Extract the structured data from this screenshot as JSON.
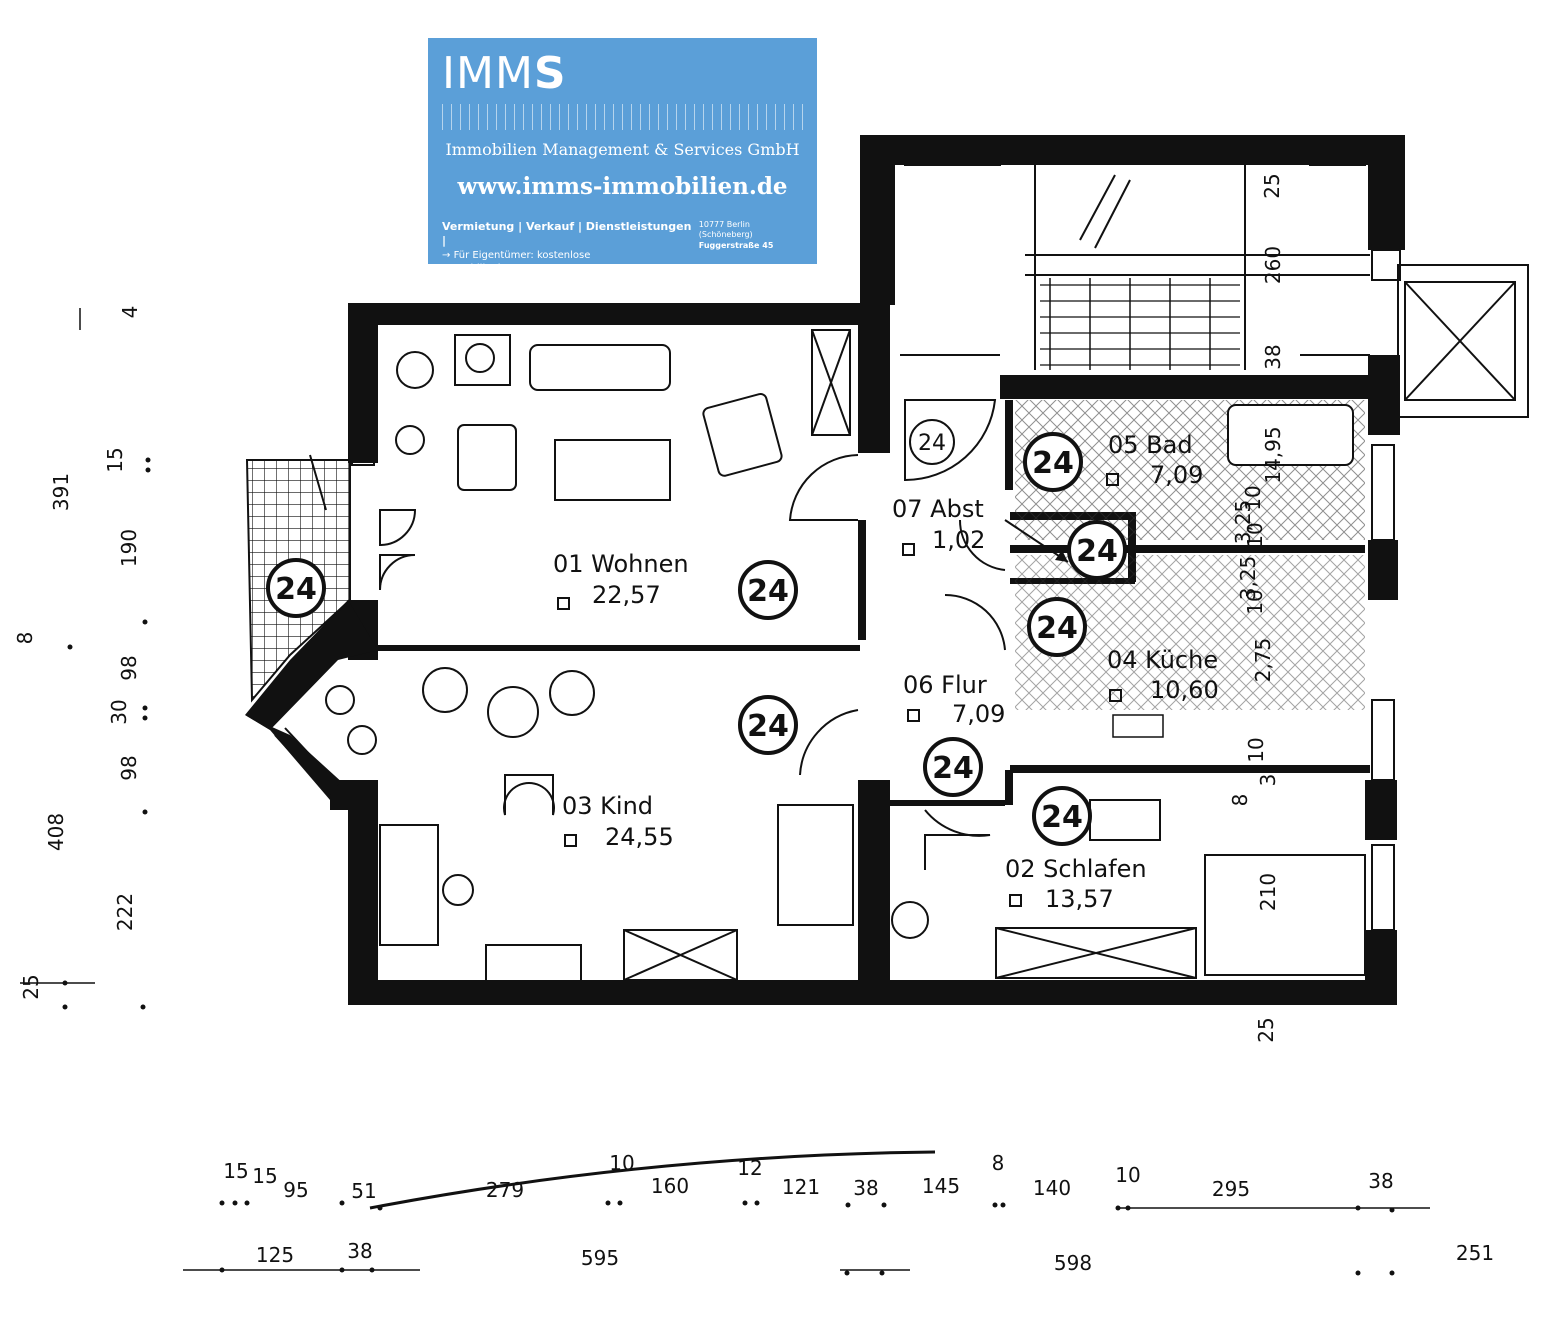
{
  "logo": {
    "brand_light": "IMM",
    "brand_bold": "S",
    "company": "Immobilien Management & Services GmbH",
    "url": "www.imms-immobilien.de",
    "services": "Vermietung | Verkauf | Dienstleistungen |",
    "owner_note": "Für Eigentümer: kostenlose Immobilienbewertung!",
    "city": "10777 Berlin (Schöneberg)",
    "street": "Fuggerstraße 45",
    "color": "#5b9fd8"
  },
  "rooms": [
    {
      "name": "01 Wohnen",
      "area": "22,57"
    },
    {
      "name": "02 Schlafen",
      "area": "13,57"
    },
    {
      "name": "03 Kind",
      "area": "24,55"
    },
    {
      "name": "04 Küche",
      "area": "10,60"
    },
    {
      "name": "05 Bad",
      "area": "7,09"
    },
    {
      "name": "06 Flur",
      "area": "7,09"
    },
    {
      "name": "07 Abst",
      "area": "1,02"
    }
  ],
  "badge": "24",
  "dimensions": {
    "left": [
      "4",
      "391",
      "15",
      "190",
      "8",
      "98",
      "30",
      "98",
      "408",
      "222",
      "25"
    ],
    "stair": [
      "25",
      "260",
      "38"
    ],
    "internal": [
      "14,95",
      "10",
      "3,25",
      "10",
      "3,25",
      "10",
      "2,75",
      "10",
      "3",
      "8",
      "210",
      "25"
    ],
    "bottom_row1": [
      "15",
      "15",
      "95",
      "51",
      "279",
      "10",
      "160",
      "12",
      "121",
      "38",
      "145",
      "8",
      "140",
      "10",
      "295",
      "38"
    ],
    "bottom_row2": [
      "125",
      "38",
      "595",
      "598",
      "251"
    ]
  }
}
